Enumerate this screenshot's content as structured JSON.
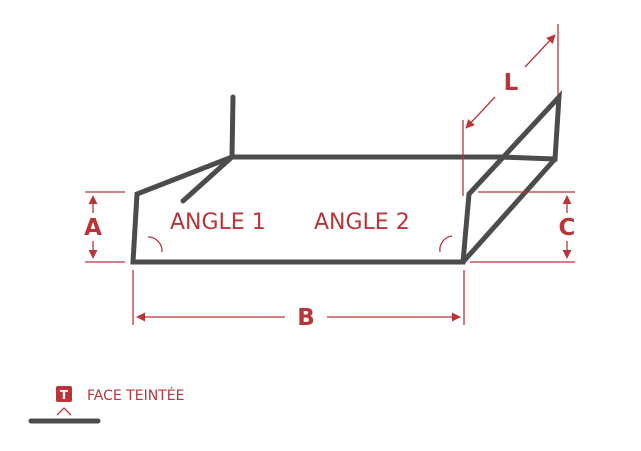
{
  "dimensions": {
    "a": "A",
    "b": "B",
    "c": "C",
    "l": "L"
  },
  "angles": {
    "angle1": "ANGLE 1",
    "angle2": "ANGLE 2"
  },
  "legend": {
    "badge": "T",
    "text": "FACE TEINTÉE"
  },
  "colors": {
    "accent": "#b8353a",
    "profile": "#4a4d4c"
  }
}
